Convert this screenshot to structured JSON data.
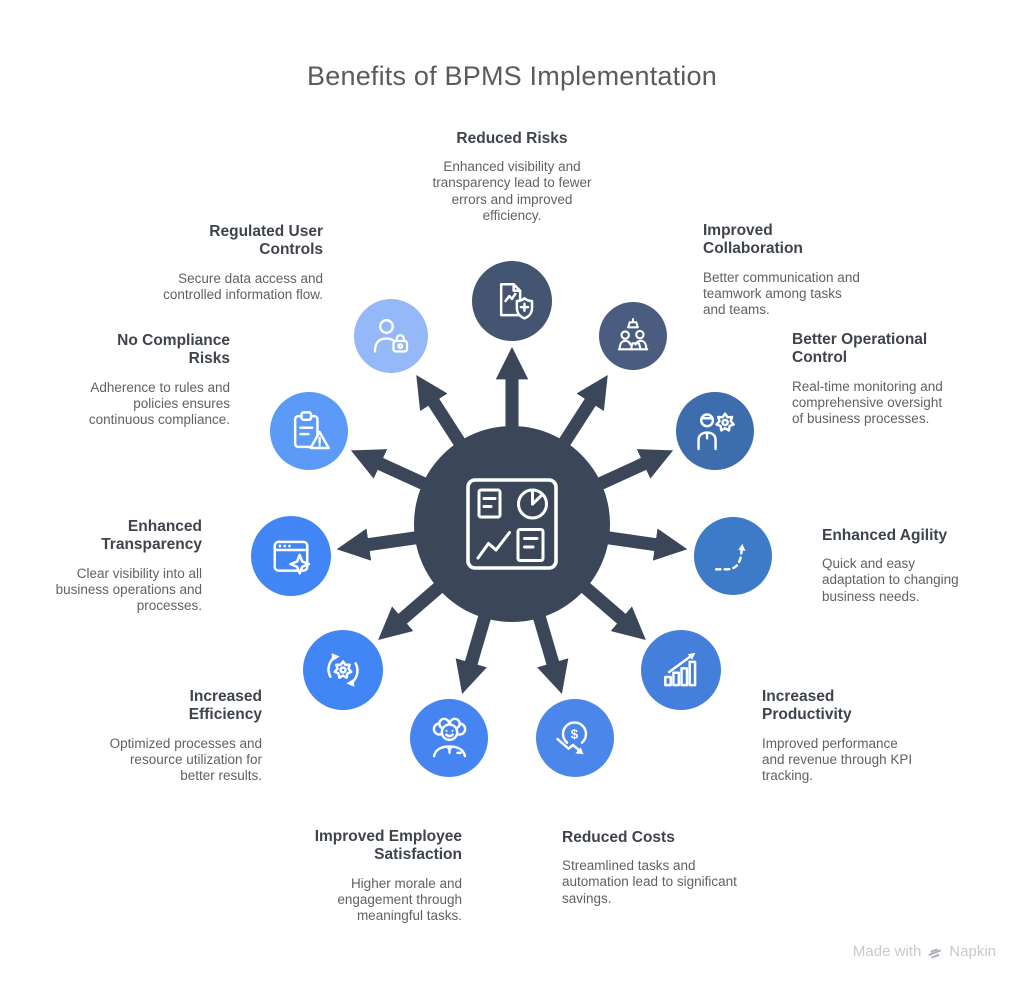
{
  "title": "Benefits of BPMS Implementation",
  "hub": {
    "label": "BPMS dashboard hub",
    "color": "#3b4759",
    "icon": "dashboard-icon"
  },
  "nodes": [
    {
      "id": "reduced-risks",
      "title": "Reduced Risks",
      "description": "Enhanced visibility and transparency lead to fewer errors and improved efficiency.",
      "icon": "document-shield-icon",
      "color": "#445571"
    },
    {
      "id": "improved-collaboration",
      "title": "Improved Collaboration",
      "description": "Better communication and teamwork among tasks and teams.",
      "icon": "teamwork-desk-icon",
      "color": "#4a5c80"
    },
    {
      "id": "better-operational-control",
      "title": "Better Operational Control",
      "description": "Real-time monitoring and comprehensive oversight of business processes.",
      "icon": "person-gear-icon",
      "color": "#3e6dad"
    },
    {
      "id": "enhanced-agility",
      "title": "Enhanced Agility",
      "description": "Quick and easy adaptation to changing business needs.",
      "icon": "dashed-rising-arrow-icon",
      "color": "#3d7ac8"
    },
    {
      "id": "increased-productivity",
      "title": "Increased Productivity",
      "description": "Improved performance and revenue through KPI tracking.",
      "icon": "bar-chart-arrow-icon",
      "color": "#437fdb"
    },
    {
      "id": "reduced-costs",
      "title": "Reduced Costs",
      "description": "Streamlined tasks and automation lead to significant savings.",
      "icon": "dollar-decrease-icon",
      "color": "#4b86ea"
    },
    {
      "id": "improved-employee-satisfaction",
      "title": "Improved Employee Satisfaction",
      "description": "Higher morale and engagement through meaningful tasks.",
      "icon": "happy-employee-icon",
      "color": "#4584f1"
    },
    {
      "id": "increased-efficiency",
      "title": "Increased Efficiency",
      "description": "Optimized processes and resource utilization for better results.",
      "icon": "gear-refresh-icon",
      "color": "#4285f4"
    },
    {
      "id": "enhanced-transparency",
      "title": "Enhanced Transparency",
      "description": "Clear visibility into all business operations and processes.",
      "icon": "window-sparkle-icon",
      "color": "#4285f4"
    },
    {
      "id": "no-compliance-risks",
      "title": "No Compliance Risks",
      "description": "Adherence to rules and policies ensures continuous compliance.",
      "icon": "clipboard-warning-icon",
      "color": "#5b9af6"
    },
    {
      "id": "regulated-user-controls",
      "title": "Regulated User Controls",
      "description": "Secure data access and controlled information flow.",
      "icon": "user-lock-icon",
      "color": "#94b8f8"
    }
  ],
  "watermark": {
    "prefix": "Made with",
    "brand": "Napkin"
  },
  "colors": {
    "background": "#ffffff",
    "title_text": "#595b5e",
    "node_title_text": "#3f444c",
    "description_text": "#5e6266",
    "watermark_text": "#c6c9ce",
    "arrow": "#3b4759"
  }
}
